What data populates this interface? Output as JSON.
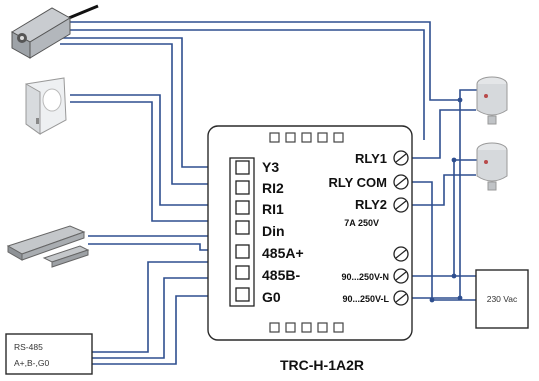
{
  "device": {
    "model": "TRC-H-1A2R",
    "left_terminals": [
      "Y3",
      "RI2",
      "RI1",
      "Din",
      "485A+",
      "485B-",
      "G0"
    ],
    "right_terminals": {
      "rly1": "RLY1",
      "rly_com": "RLY COM",
      "rly2": "RLY2",
      "rating": "7A 250V",
      "power_n": "90...250V-N",
      "power_l": "90...250V-L"
    }
  },
  "power_supply": {
    "label": "230 Vac"
  },
  "rs485": {
    "line1": "RS-485",
    "line2": "A+,B-,G0"
  },
  "icons": [
    "damper-actuator-icon",
    "motion-sensor-icon",
    "door-contact-icon",
    "thermal-valve-actuator-icon"
  ],
  "colors": {
    "wire": "#2f4f8f",
    "outline": "#2a2a2a"
  }
}
